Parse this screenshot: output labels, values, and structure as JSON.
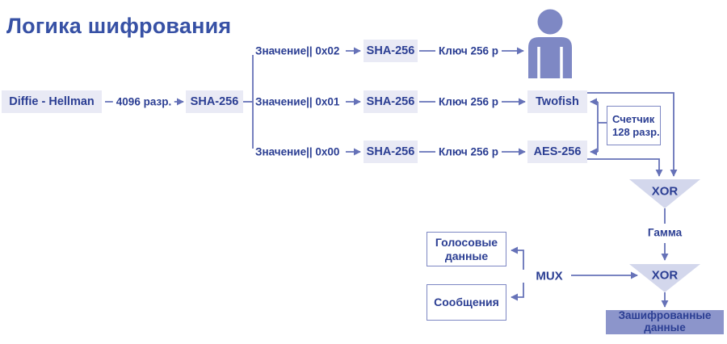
{
  "title": "Логика шифрования",
  "palette": {
    "title_blue": "#3751a5",
    "text_blue": "#2b3e93",
    "line": "#6672b8",
    "box_bg": "#e9eaf5",
    "triangle_bg": "#d3d7ec",
    "outline_border": "#7d87c3",
    "output_bg": "#8c95cb",
    "person": "#7e88c4"
  },
  "nodes": {
    "diffie_hellman": "Diffie - Hellman",
    "sha_main": "SHA-256",
    "twofish": "Twofish",
    "aes": "AES-256",
    "counter_line1": "Счетчик",
    "counter_line2": "128 разр.",
    "voice_line1": "Голосовые",
    "voice_line2": "данные",
    "messages": "Сообщения",
    "output_line1": "Зашифрованные",
    "output_line2": "данные",
    "xor1": "XOR",
    "xor2": "XOR",
    "mux": "MUX"
  },
  "edges": {
    "dh_bits": "4096 разр.",
    "key1": "Ключ 256 р",
    "key2": "Ключ 256 р",
    "key3": "Ключ 256 р",
    "gamma": "Гамма"
  },
  "branches": [
    {
      "value": "Значение|| 0x02",
      "sha": "SHA-256"
    },
    {
      "value": "Значение|| 0x01",
      "sha": "SHA-256"
    },
    {
      "value": "Значение|| 0x00",
      "sha": "SHA-256"
    }
  ],
  "icons": {
    "user": "user-icon"
  }
}
